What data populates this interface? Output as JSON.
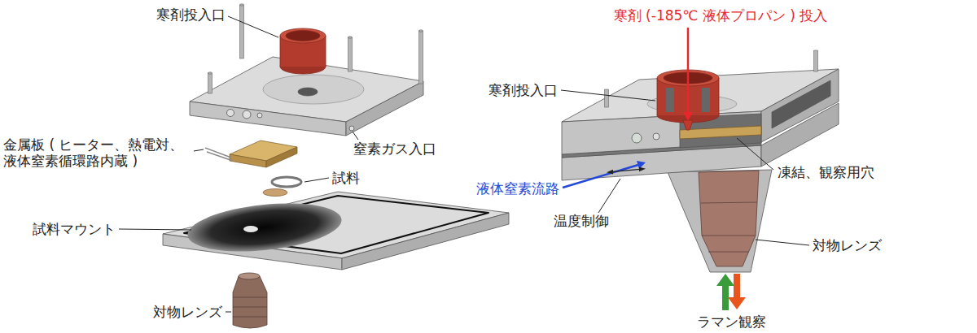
{
  "diagram": {
    "labels": [
      "寒剤投入口",
      "窒素ガス入口",
      "金属板 ( ヒーター、熱電対、 液体窒素循環路内蔵 )",
      "試料",
      "試料マウント",
      "対物レンズ",
      "寒剤 (-185℃ 液体プロパン ) 投入",
      "寒剤投入口",
      "液体窒素流路",
      "凍結、観察用穴",
      "温度制御",
      "対物レンズ",
      "ラマン観察"
    ]
  }
}
